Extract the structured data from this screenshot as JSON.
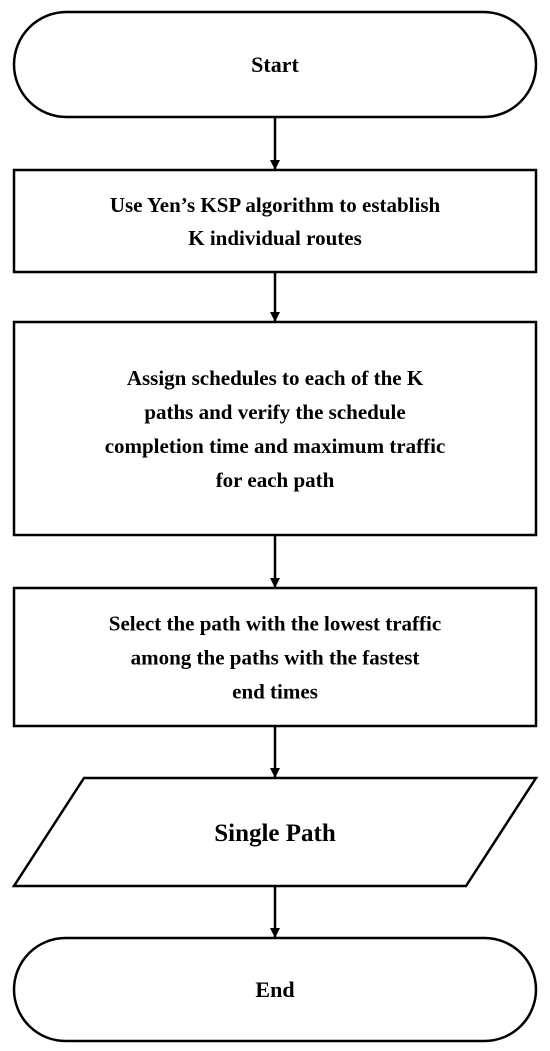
{
  "flowchart": {
    "nodes": [
      {
        "id": "start",
        "shape": "terminator",
        "lines": [
          "Start"
        ]
      },
      {
        "id": "step1",
        "shape": "process",
        "lines": [
          "Use Yen’s KSP algorithm to establish",
          "K individual routes"
        ]
      },
      {
        "id": "step2",
        "shape": "process",
        "lines": [
          "Assign schedules to each of the K",
          "paths and verify the schedule",
          "completion time and maximum traffic",
          "for each path"
        ]
      },
      {
        "id": "step3",
        "shape": "process",
        "lines": [
          "Select the path with the lowest traffic",
          "among the paths with the fastest",
          "end times"
        ]
      },
      {
        "id": "output",
        "shape": "data",
        "lines": [
          "Single Path"
        ]
      },
      {
        "id": "end",
        "shape": "terminator",
        "lines": [
          "End"
        ]
      }
    ],
    "edges": [
      {
        "from": "start",
        "to": "step1"
      },
      {
        "from": "step1",
        "to": "step2"
      },
      {
        "from": "step2",
        "to": "step3"
      },
      {
        "from": "step3",
        "to": "output"
      },
      {
        "from": "output",
        "to": "end"
      }
    ],
    "colors": {
      "stroke": "#000000",
      "fill": "#ffffff",
      "text": "#000000"
    }
  }
}
